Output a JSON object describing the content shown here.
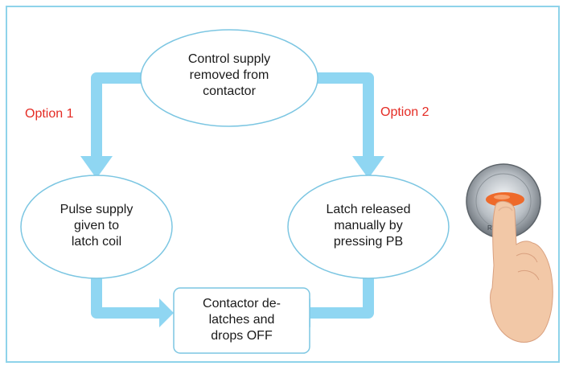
{
  "diagram": {
    "nodes": {
      "top": "Control supply\nremoved from\ncontactor",
      "left": "Pulse supply\ngiven to\nlatch coil",
      "right": "Latch released\nmanually by\npressing PB",
      "bottom": "Contactor de-\nlatches and\ndrops OFF"
    },
    "options": {
      "left": "Option 1",
      "right": "Option 2"
    },
    "pb_label": "RESET"
  },
  "colors": {
    "frame": "#8ed3ea",
    "arrow": "#8fd6f2",
    "node_border": "#7cc6e2",
    "option_text": "#e42b24",
    "finger": "#f2c8a7"
  },
  "icons": {
    "pushbutton": "hand-pressing-pushbutton-icon"
  }
}
